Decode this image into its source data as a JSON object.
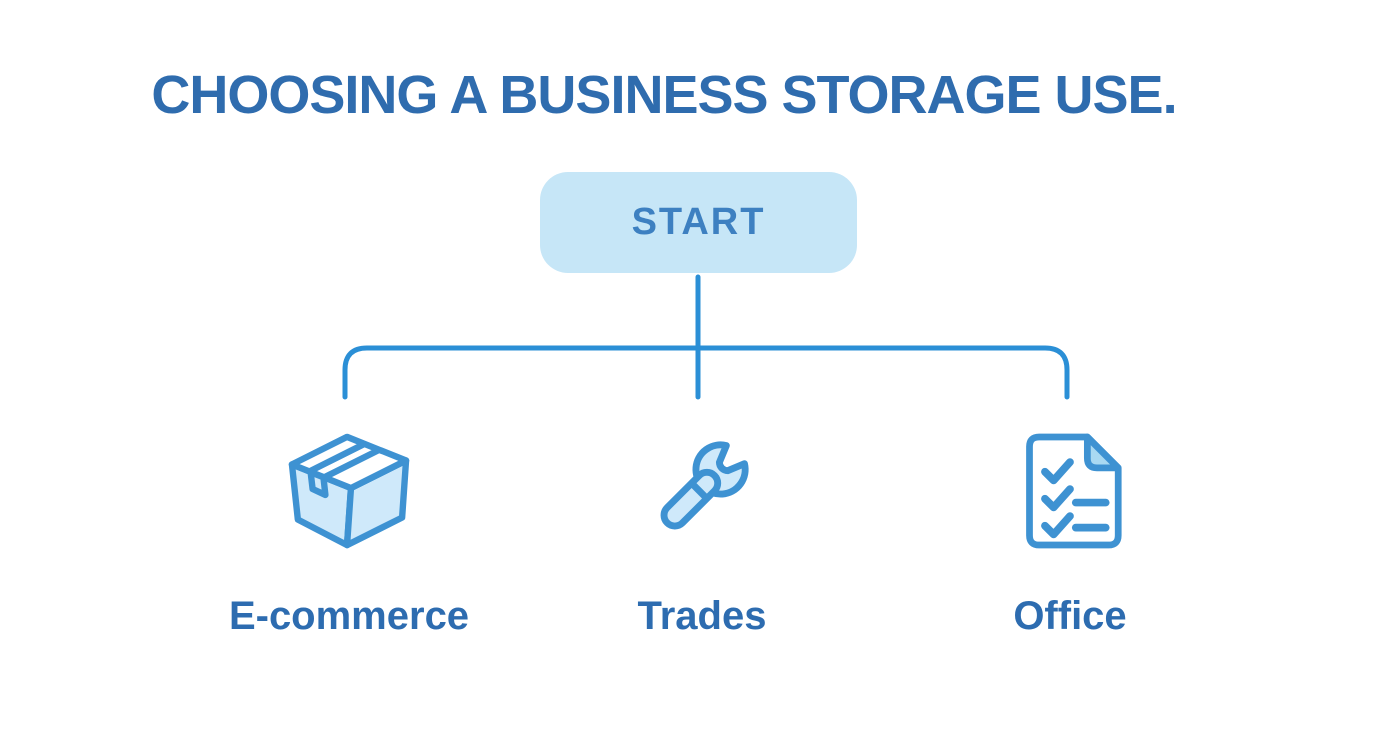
{
  "title": "CHOOSING A BUSINESS STORAGE USE.",
  "start_node": {
    "label": "START"
  },
  "branches": [
    {
      "label": "E-commerce",
      "icon": "package-box-icon"
    },
    {
      "label": "Trades",
      "icon": "wrench-icon"
    },
    {
      "label": "Office",
      "icon": "checklist-document-icon"
    }
  ],
  "colors": {
    "title_text": "#2f6cae",
    "label_text": "#2d6cb0",
    "start_fill": "#c6e6f7",
    "start_text": "#3d80c1",
    "connector": "#2b8fd6",
    "icon_stroke": "#3e92d2",
    "icon_fill": "#cfe9fa",
    "doc_fold_fill": "#a9d9f2",
    "background": "#ffffff"
  }
}
